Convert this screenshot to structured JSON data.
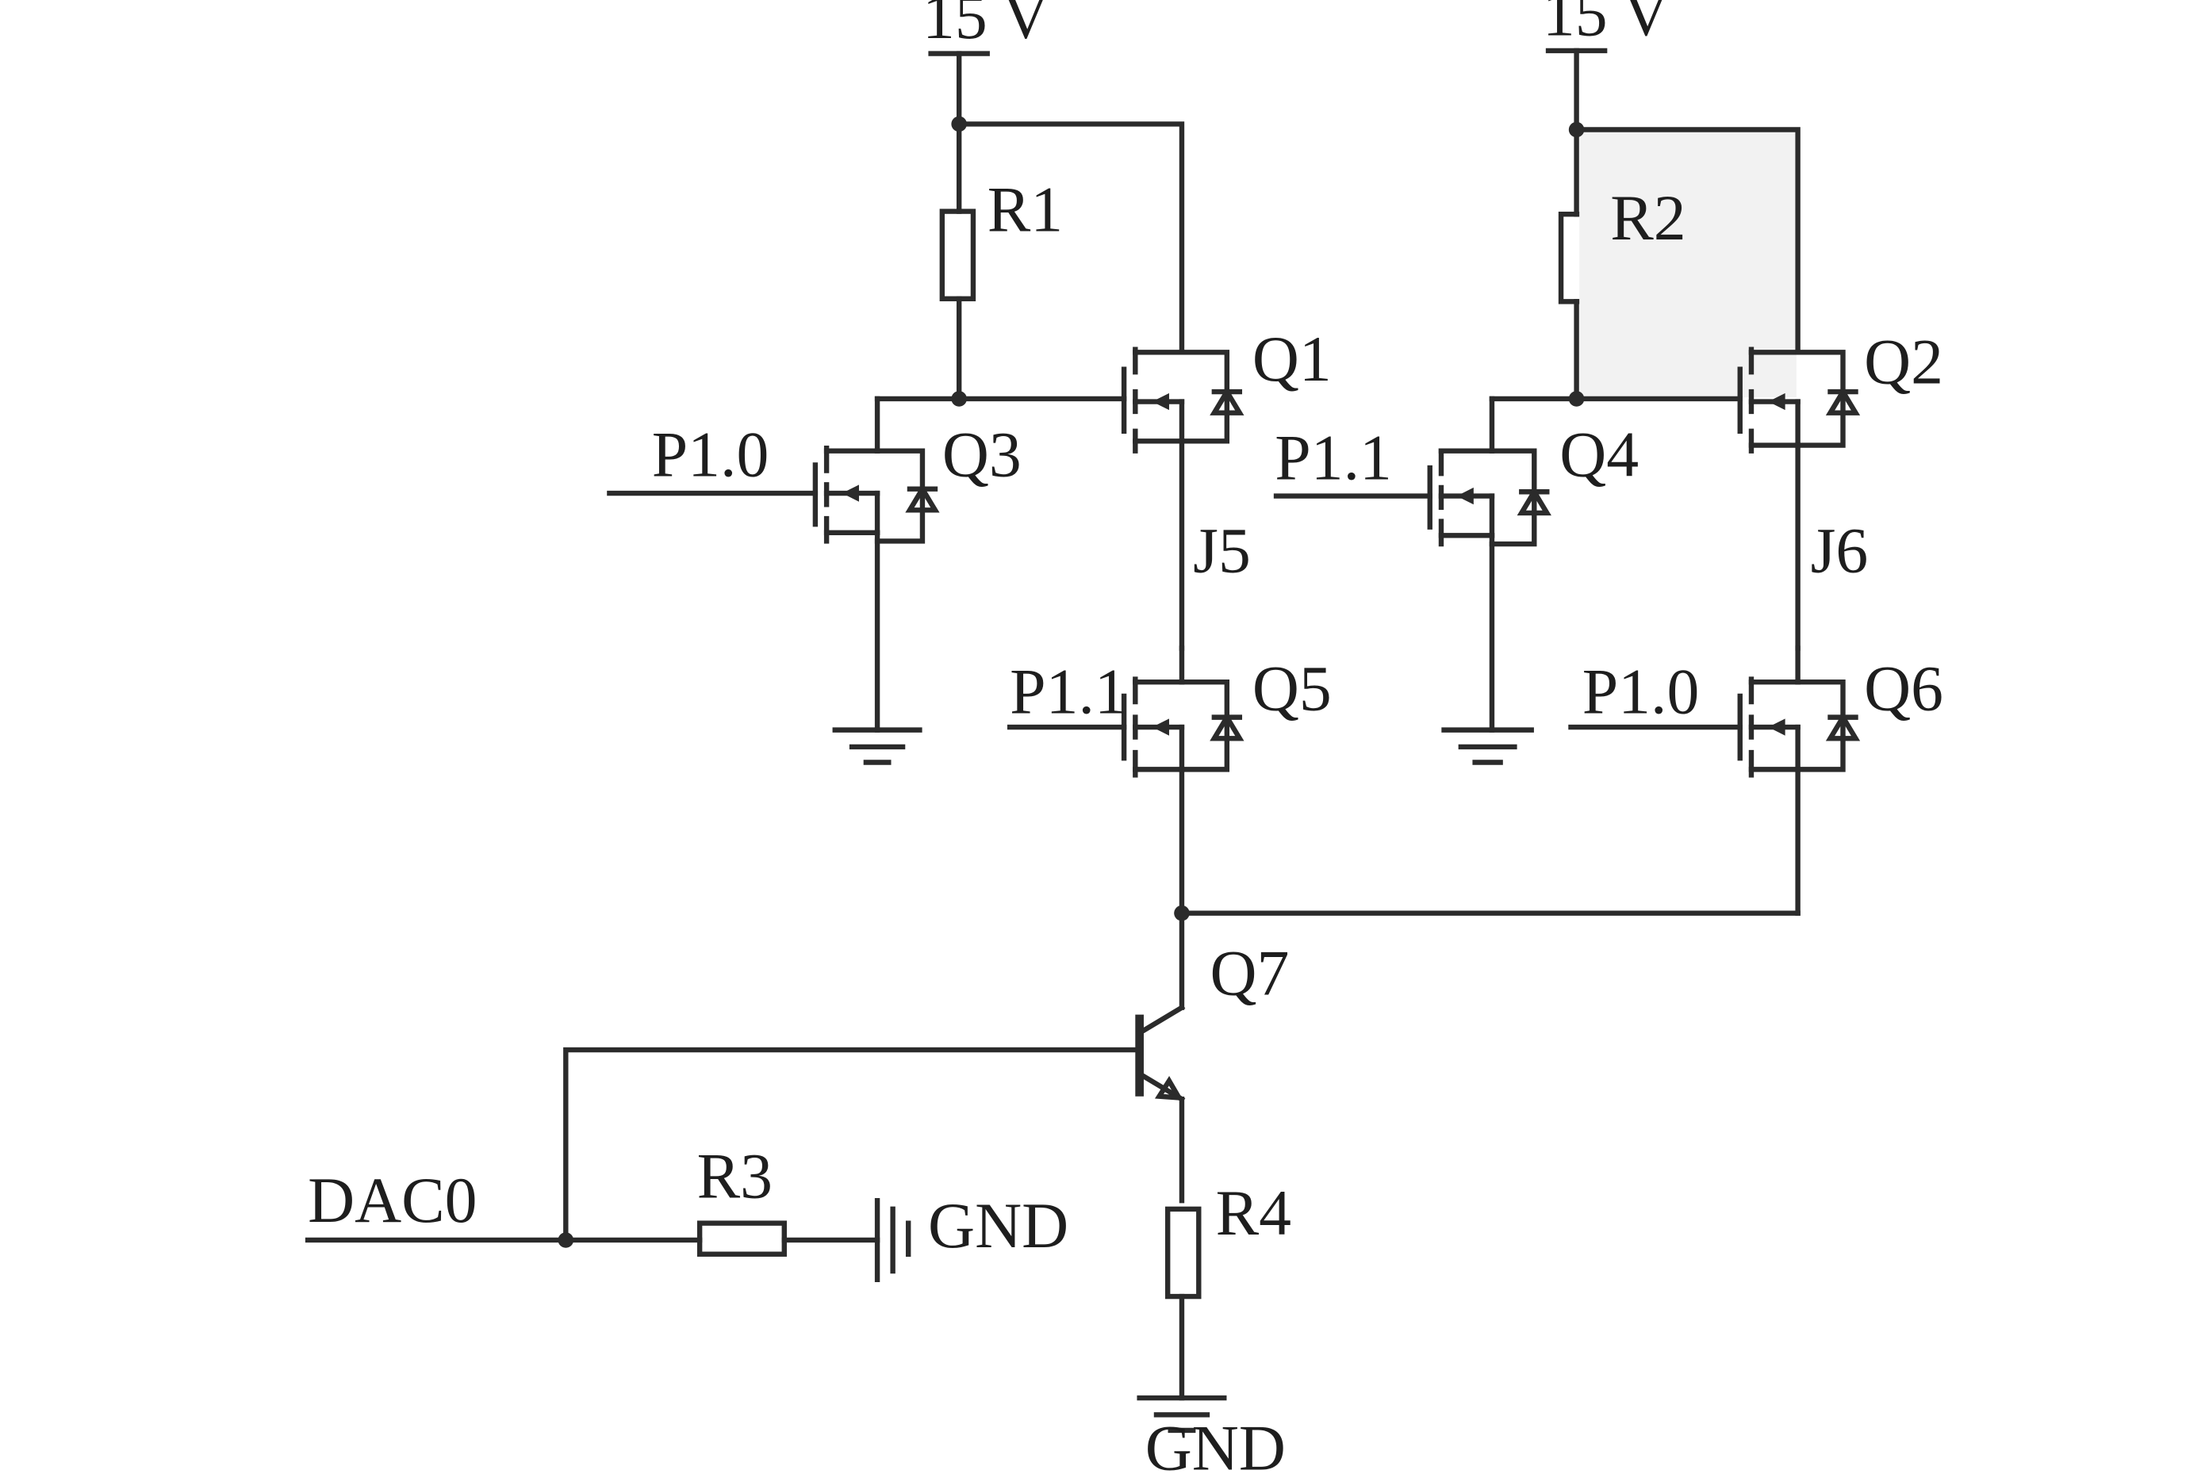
{
  "labels": {
    "vcc_left": "15 V",
    "vcc_right": "15 V",
    "r1": "R1",
    "r2": "R2",
    "r3": "R3",
    "r4": "R4",
    "q1": "Q1",
    "q2": "Q2",
    "q3": "Q3",
    "q4": "Q4",
    "q5": "Q5",
    "q6": "Q6",
    "q7": "Q7",
    "j5": "J5",
    "j6": "J6",
    "p10_q3": "P1.0",
    "p11_q4": "P1.1",
    "p11_q5": "P1.1",
    "p10_q6": "P1.0",
    "dac0": "DAC0",
    "gnd_r3": "GND",
    "gnd_bottom": "GND"
  },
  "colors": {
    "ink": "#2b2b2b",
    "background": "#ffffff"
  }
}
